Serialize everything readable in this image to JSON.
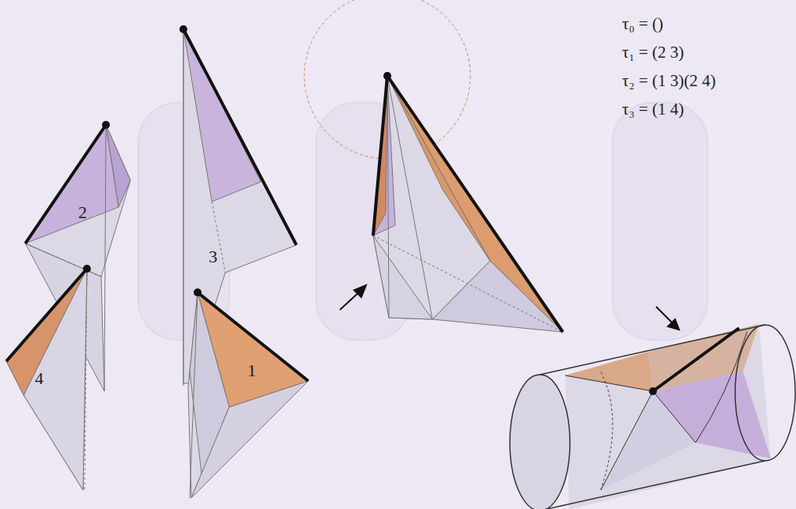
{
  "diagram": {
    "labels": [
      "τ₀ = ()",
      "τ₁ = (2 3)",
      "τ₂ = (1 3)(2 4)",
      "τ₃ = (1 4)",
      "2",
      "3",
      "4",
      "1"
    ]
  }
}
